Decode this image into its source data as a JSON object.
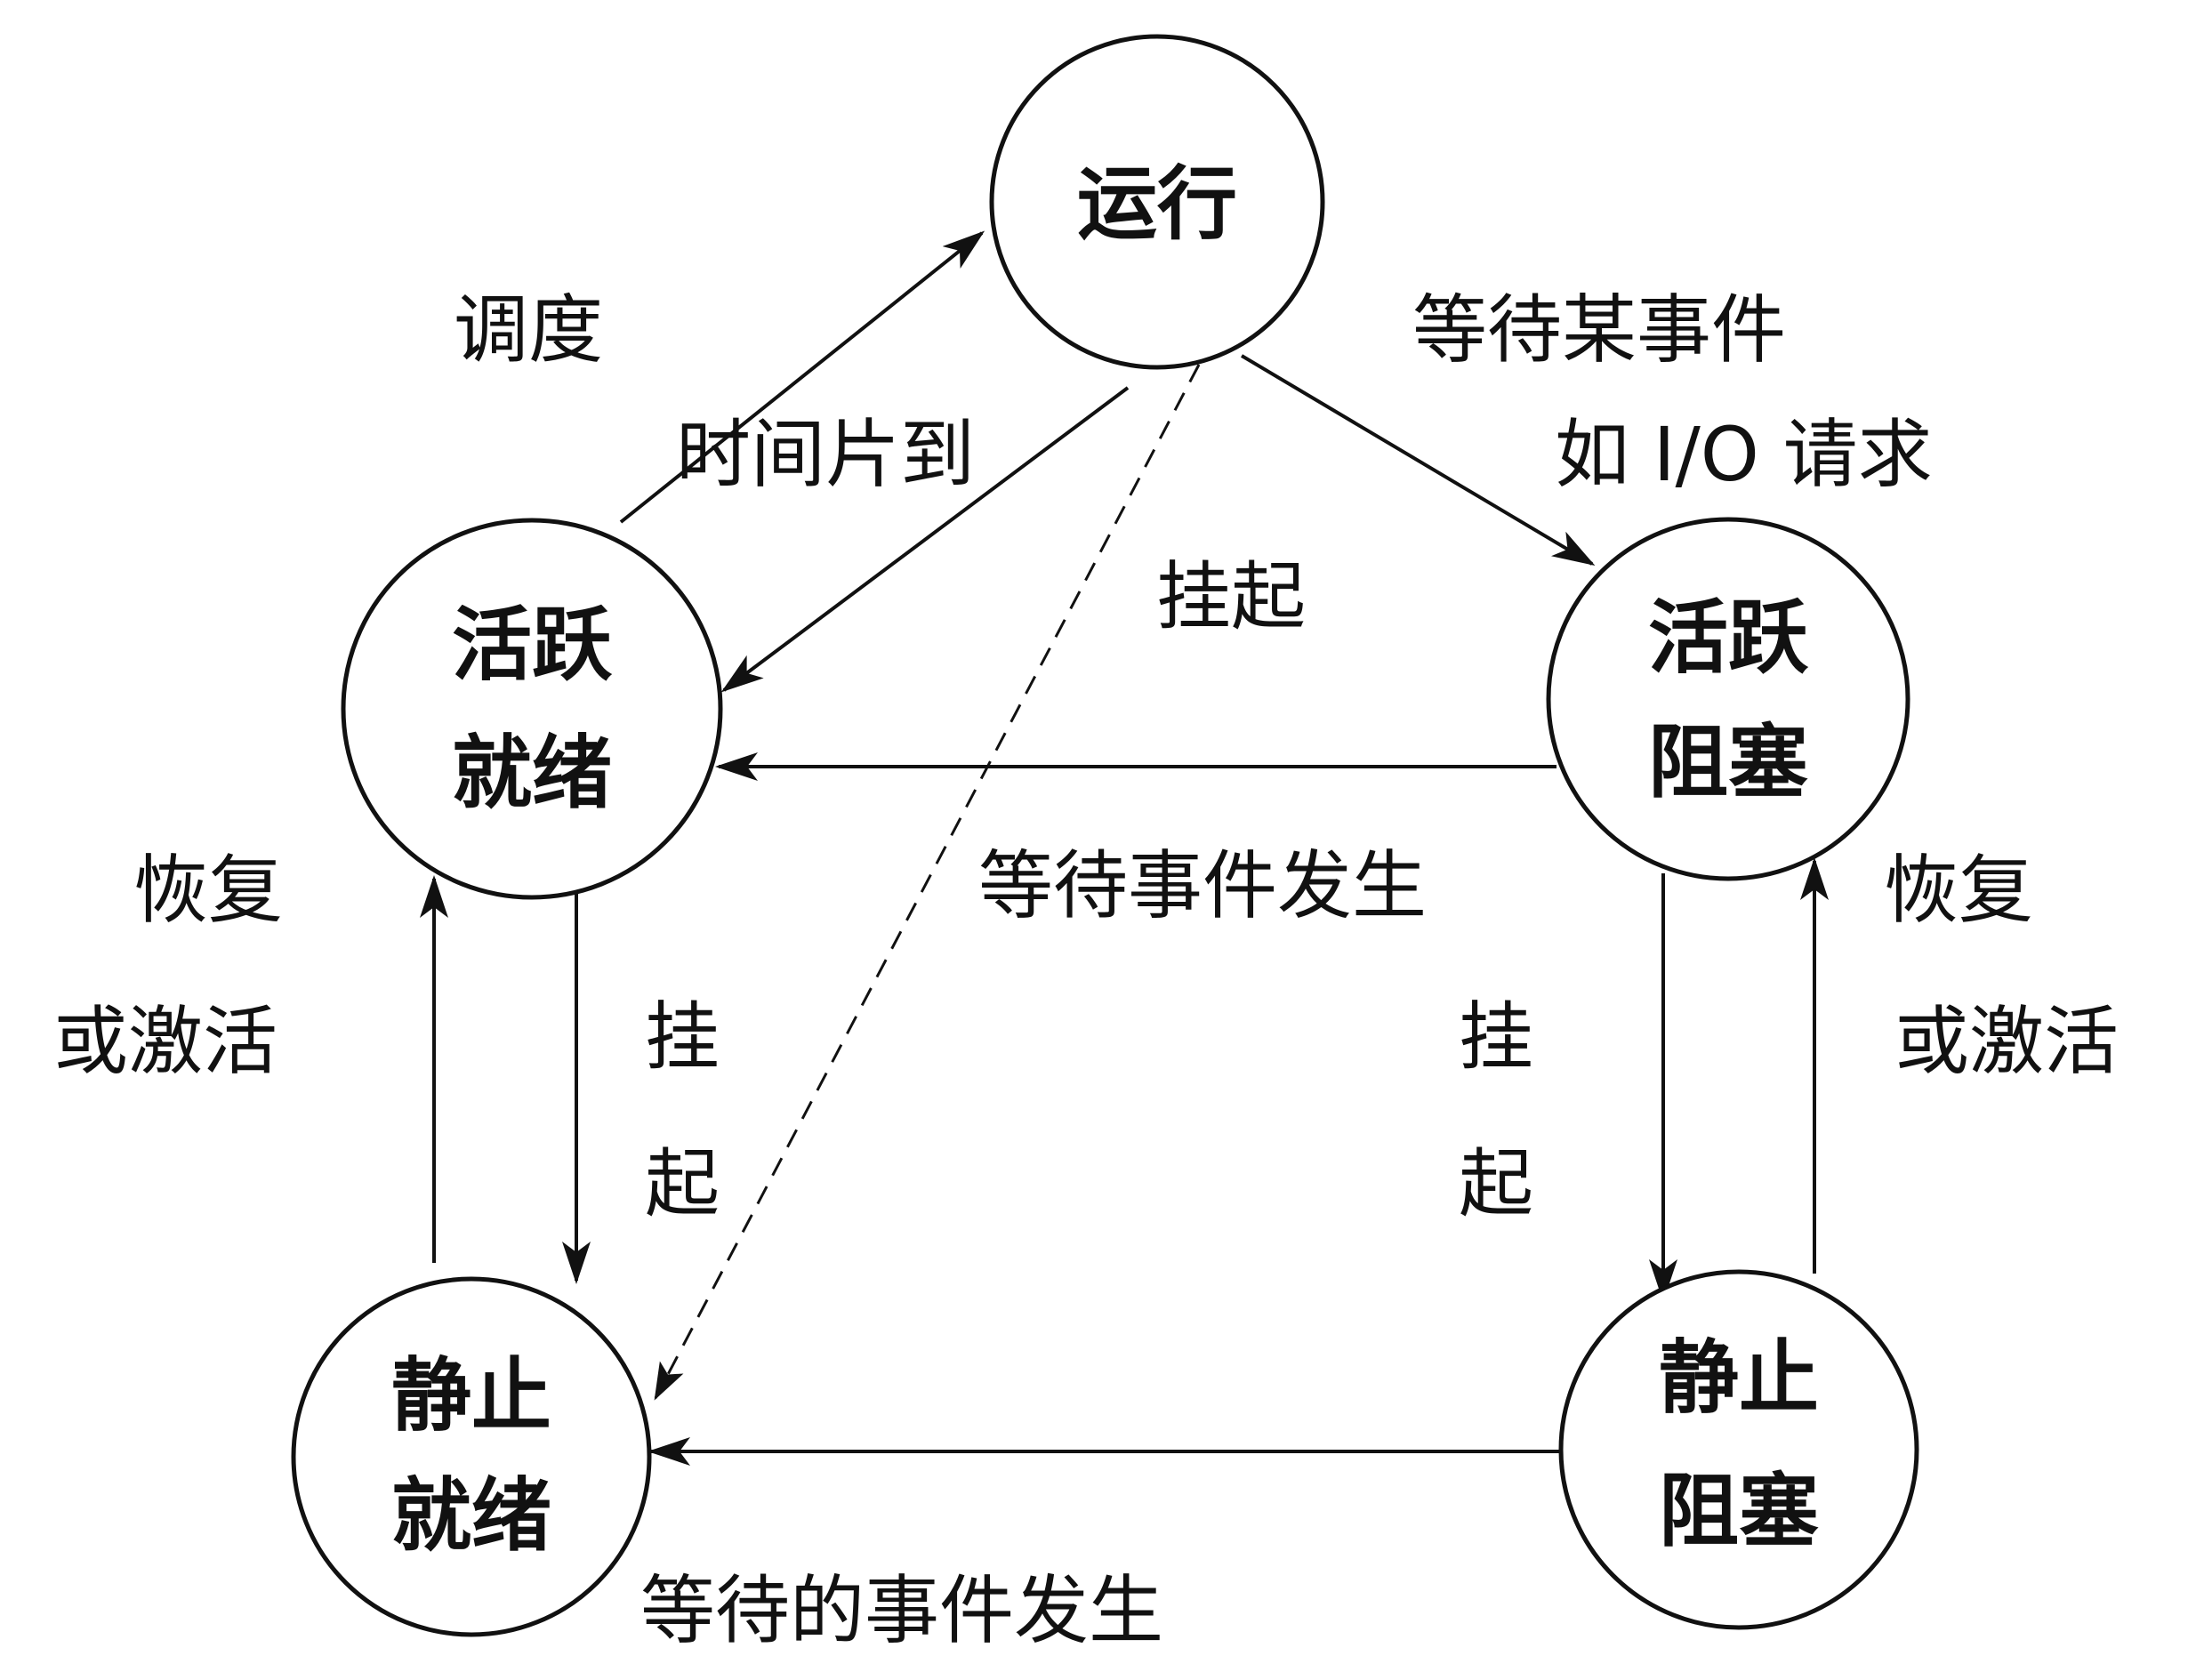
{
  "colors": {
    "stroke": "#111111",
    "background": "#ffffff"
  },
  "states": {
    "running": [
      "运行"
    ],
    "active_ready": [
      "活跃",
      "就绪"
    ],
    "active_blocked": [
      "活跃",
      "阻塞"
    ],
    "static_ready": [
      "静止",
      "就绪"
    ],
    "static_blocked": [
      "静止",
      "阻塞"
    ]
  },
  "transitions": {
    "schedule": "调度",
    "timeslice": "时间片到",
    "wait_event": [
      "等待某事件",
      "如 I/O 请求"
    ],
    "suspend_dashed": "挂起",
    "event_occurs_active": "等待事件发生",
    "event_occurs_static": "等待的事件发生",
    "resume_left": [
      "恢复",
      "或激活"
    ],
    "resume_right": [
      "恢复",
      "或激活"
    ],
    "suspend_left": [
      "挂",
      "起"
    ],
    "suspend_right": [
      "挂",
      "起"
    ]
  }
}
